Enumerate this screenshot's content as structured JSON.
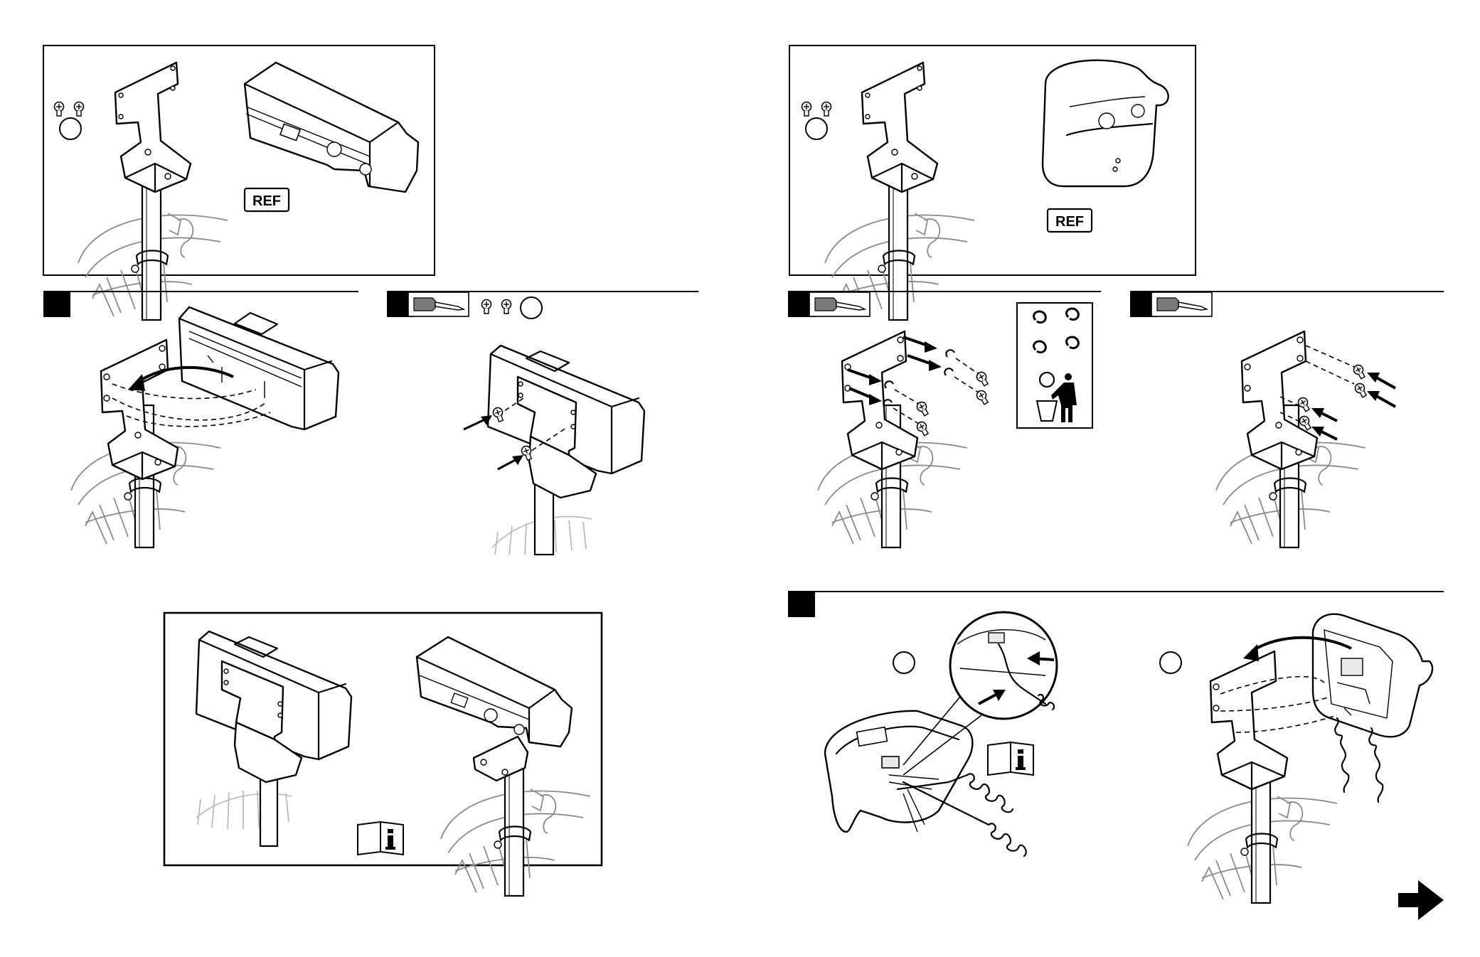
{
  "panels": {
    "top_left": {
      "ref_label": "REF"
    },
    "top_right": {
      "ref_label": "REF"
    }
  },
  "icons": {
    "step_marker": "black-square",
    "screwdriver": "screwdriver-icon",
    "screws": "screw-icon",
    "count_circle": "empty-circle",
    "info_manual": "book-info-icon",
    "recycle_disposal": "recycle-bin-icon",
    "next_page": "arrow-right-icon"
  },
  "colors": {
    "line": "#000000",
    "background": "#ffffff",
    "cart_basket": "#8a8a8a",
    "screwdriver_handle": "#7a7a7a"
  }
}
